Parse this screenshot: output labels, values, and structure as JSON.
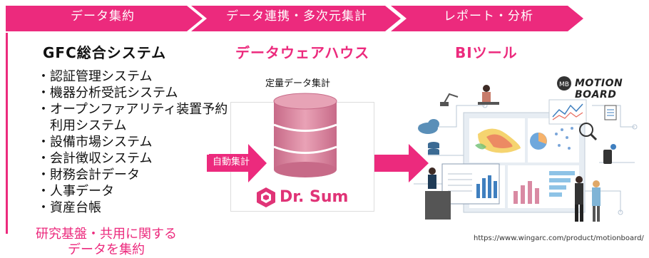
{
  "header": {
    "steps": [
      {
        "label": "データ集約"
      },
      {
        "label": "データ連携・多次元集計"
      },
      {
        "label": "レポート・分析"
      }
    ]
  },
  "left": {
    "title": "GFC総合システム",
    "items": [
      "・認証管理システム",
      "・機器分析受託システム",
      "・オープンファアリティ装置予約",
      "　利用システム",
      "・設備市場システム",
      "・会計徴収システム",
      "・財務会計データ",
      "・人事データ",
      "・資産台帳"
    ],
    "footer_line1": "研究基盤・共用に関する",
    "footer_line2": "データを集約"
  },
  "center": {
    "title": "データウェアハウス",
    "subtitle": "定量データ集計",
    "auto_badge": "自動集計",
    "product": "Dr. Sum"
  },
  "right": {
    "title": "BIツール",
    "product_logo": "MOTION BOARD",
    "logo_badge": "MB",
    "url": "https://www.wingarc.com/product/motionboard/"
  },
  "colors": {
    "accent": "#ec2a7d",
    "database": "#d9839b",
    "database_dark": "#b85876",
    "arrow": "#ec2a7d"
  }
}
